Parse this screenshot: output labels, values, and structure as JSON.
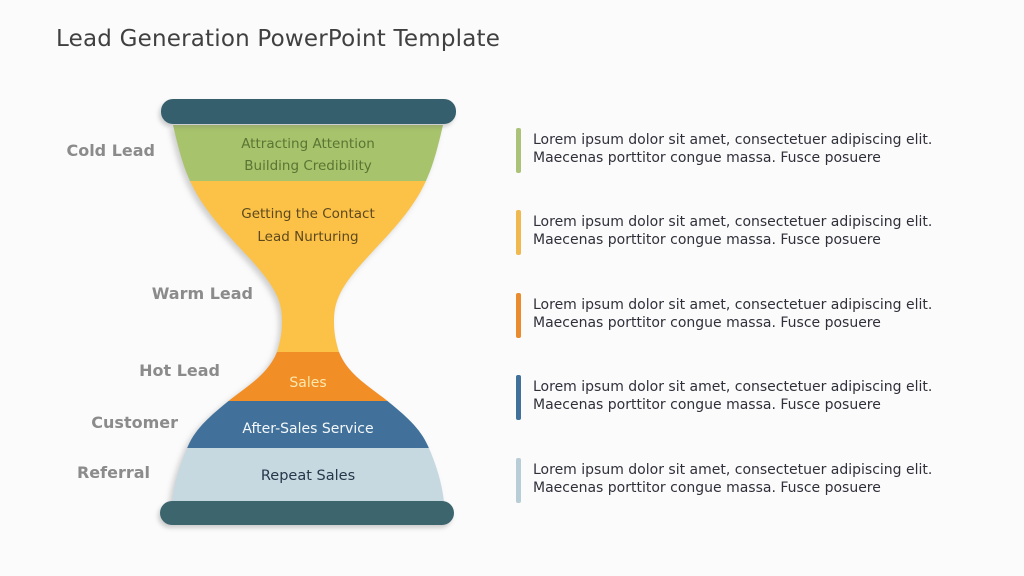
{
  "title": "Lead Generation PowerPoint Template",
  "hourglass": {
    "top_cap_color": "#365f6d",
    "bottom_cap_color": "#3c656e",
    "segments": [
      {
        "name": "cold-lead",
        "side_label": "Cold Lead",
        "fill": "#a7c36b",
        "text_color": "#5a7533",
        "line1": "Attracting Attention",
        "line2": "Building Credibility"
      },
      {
        "name": "warm-lead",
        "side_label": "Warm Lead",
        "fill": "#fcc247",
        "text_color": "#5e491d",
        "line1": "Getting the Contact",
        "line2": "Lead Nurturing"
      },
      {
        "name": "hot-lead",
        "side_label": "Hot Lead",
        "fill": "#f28e26",
        "text_color": "#fbe8ad",
        "line1": "Sales"
      },
      {
        "name": "customer",
        "side_label": "Customer",
        "fill": "#41719a",
        "text_color": "#f4f8fa",
        "line1": "After-Sales Service"
      },
      {
        "name": "referral",
        "side_label": "Referral",
        "fill": "#c6d8e0",
        "text_color": "#26374a",
        "line1": "Repeat Sales"
      }
    ]
  },
  "bullets": [
    {
      "accent": "#abc379",
      "line1": "Lorem ipsum dolor sit amet, consectetuer adipiscing elit.",
      "line2": "Maecenas porttitor congue massa. Fusce posuere"
    },
    {
      "accent": "#f0b94f",
      "line1": "Lorem ipsum dolor sit amet, consectetuer adipiscing elit.",
      "line2": "Maecenas porttitor congue massa. Fusce posuere"
    },
    {
      "accent": "#e88c2e",
      "line1": "Lorem ipsum dolor sit amet, consectetuer adipiscing elit.",
      "line2": "Maecenas porttitor congue massa. Fusce posuere"
    },
    {
      "accent": "#41719a",
      "line1": "Lorem ipsum dolor sit amet, consectetuer adipiscing elit.",
      "line2": "Maecenas porttitor congue massa. Fusce posuere"
    },
    {
      "accent": "#b9cdd6",
      "line1": "Lorem ipsum dolor sit amet, consectetuer adipiscing elit.",
      "line2": "Maecenas porttitor congue massa. Fusce posuere"
    }
  ]
}
